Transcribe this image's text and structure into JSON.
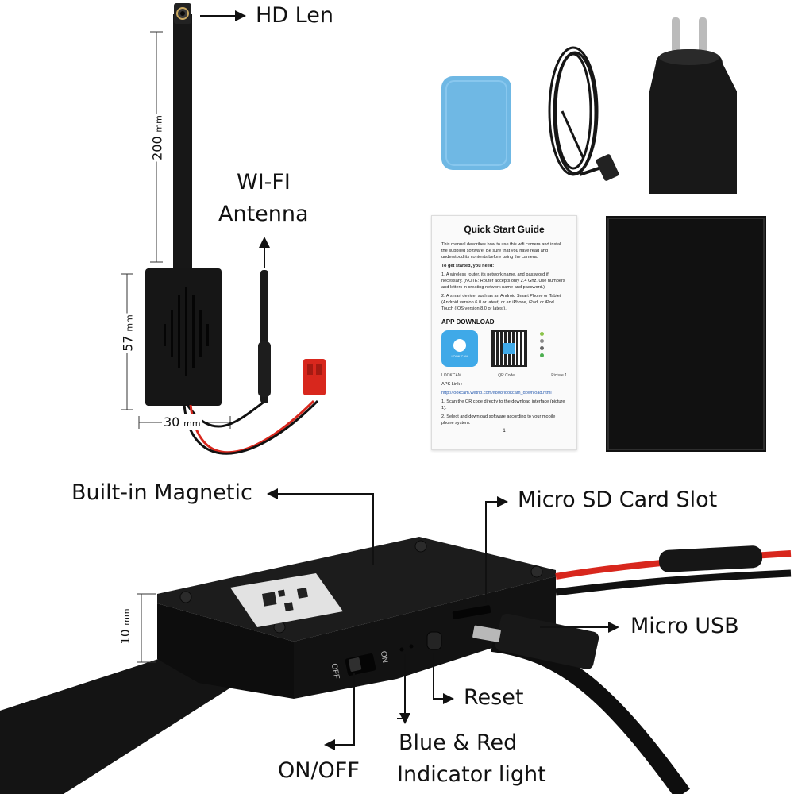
{
  "callouts": {
    "hd_len": "HD Len",
    "wifi_antenna_line1": "WI-FI",
    "wifi_antenna_line2": "Antenna",
    "built_in_magnetic": "Built-in Magnetic",
    "micro_sd_card_slot": "Micro SD Card Slot",
    "micro_usb": "Micro USB",
    "reset": "Reset",
    "indicator_line1": "Blue & Red",
    "indicator_line2": "Indicator light",
    "on_off": "ON/OFF"
  },
  "dimensions": {
    "length_200": "200",
    "length_57": "57",
    "width_30": "30",
    "height_10": "10",
    "unit": "mm"
  },
  "switch_labels": {
    "on": "ON",
    "off": "OFF"
  },
  "quick_start_guide": {
    "title": "Quick Start Guide",
    "intro": "This manual describes how to use this wifi camera and install the supplied software. Be sure that you have read and understood its contents before using the camera.",
    "need_heading": "To get started, you need:",
    "step1": "1.  A wireless router, its network name, and password if necessary. (NOTE: Router accepts only 2.4 Ghz. Use numbers and letters in creating network name and password.)",
    "step2": "2.  A smart device, such as an Android Smart Phone or Tablet (Android version 6.0 or latest) or an iPhone, iPad, or iPod Touch (IOS version 8.0 or latest).",
    "app_download": "APP DOWNLOAD",
    "app_caption": "LOOKCAM",
    "qr_caption": "QR Code",
    "picture_caption": "Picture 1",
    "apk_link_label": "APK Link :",
    "apk_link": "http://lookcam.wetrib.com/lt808/lookcam_download.html",
    "scan_step": "1. Scan the QR code directly to the download interface (picture 1).",
    "select_step": "2. Select and download software according to your mobile phone system.",
    "page_number": "1",
    "app_icon_text": "LOOK CAM"
  },
  "colors": {
    "device_black": "#141414",
    "wire_red": "#d8271d",
    "sticker_blue": "#6fb8e4",
    "app_icon_blue": "#3fa9e8"
  }
}
